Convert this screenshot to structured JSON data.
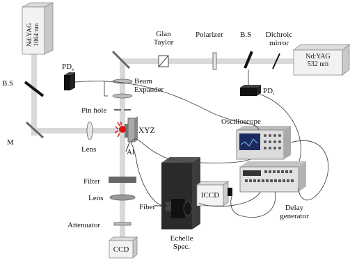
{
  "lasers": {
    "ir_line1": "Nd:YAG",
    "ir_line2": "1064 nm",
    "green_line1": "Nd:YAG",
    "green_line2": "532 nm"
  },
  "optics": {
    "glan_line1": "Glan",
    "glan_line2": "Taylor",
    "polarizer": "Polarizer",
    "bs_left": "B.S",
    "bs_right": "B.S",
    "dichroic_line1": "Dichroic",
    "dichroic_line2": "mirror",
    "mirror": "M",
    "lens_left": "Lens",
    "beam_exp_line1": "Beam",
    "beam_exp_line2": "Expander",
    "pin_hole": "Pin hole",
    "filter": "Filter",
    "lens_lower": "Lens",
    "fiber": "Fiber",
    "attenuator": "Attenuator"
  },
  "detectors": {
    "pd_e": "PD",
    "pd_e_sub": "e",
    "pd_t": "PD",
    "pd_t_sub": "t",
    "ccd": "CCD",
    "iccd": "ICCD"
  },
  "stage": {
    "xyz": "XYZ",
    "target": "Al"
  },
  "instruments": {
    "oscilloscope": "Oscilloscope",
    "delay_line1": "Delay",
    "delay_line2": "generator",
    "echelle_line1": "Echelle",
    "echelle_line2": "Spec."
  },
  "colors": {
    "beam": "#d8d8d8",
    "laser_box": "#efefef",
    "dark": "#1a1a1a",
    "plasma": "#e01010"
  }
}
